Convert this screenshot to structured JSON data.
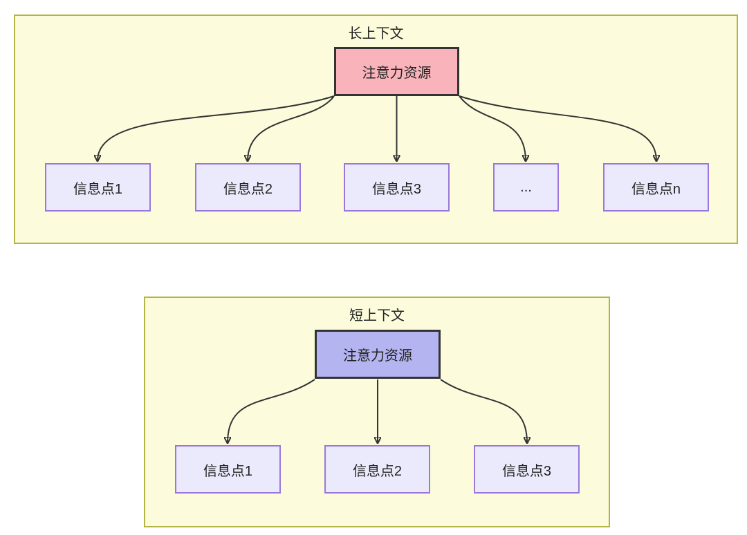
{
  "diagram": {
    "sections": {
      "long": {
        "title": "长上下文",
        "attention_label": "注意力资源",
        "nodes": [
          "信息点1",
          "信息点2",
          "信息点3",
          "...",
          "信息点n"
        ]
      },
      "short": {
        "title": "短上下文",
        "attention_label": "注意力资源",
        "nodes": [
          "信息点1",
          "信息点2",
          "信息点3"
        ]
      }
    },
    "colors": {
      "container_fill": "#fcfcdc",
      "container_border": "#b4b442",
      "attention_long_fill": "#f8b3bb",
      "attention_short_fill": "#b4b4f0",
      "node_fill": "#eaeafc",
      "node_border": "#9b77dd",
      "arrow_stroke": "#333333",
      "dark_border": "#333333",
      "text": "#222222"
    }
  }
}
